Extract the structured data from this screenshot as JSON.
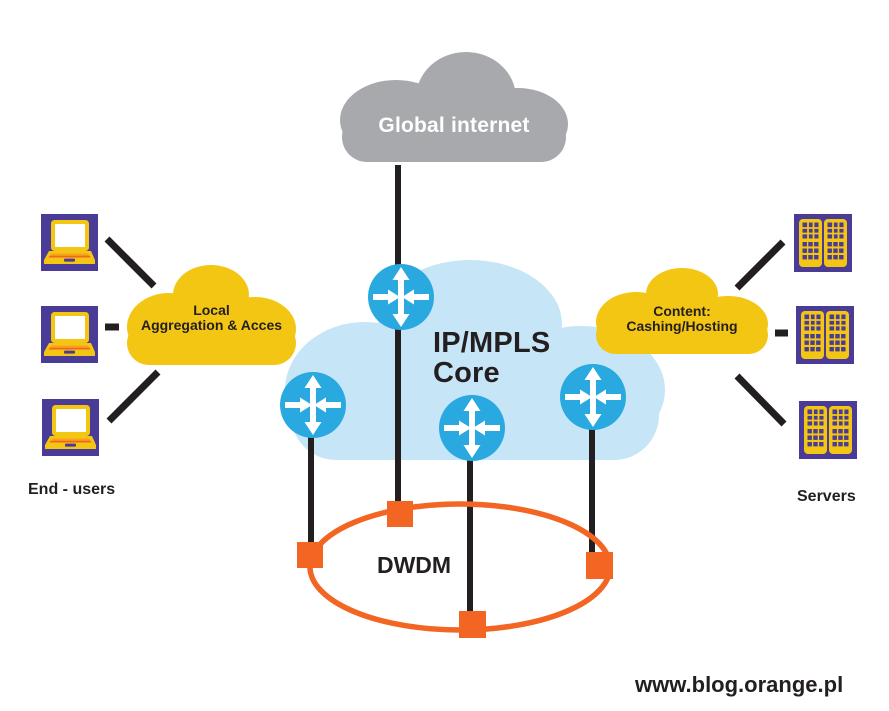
{
  "title": "Network architecture diagram",
  "colors": {
    "background": "#ffffff",
    "gray_cloud": "#a7a9ac",
    "blue_cloud": "#c6e6f7",
    "yellow_cloud": "#f3c613",
    "router_blue": "#29a9e0",
    "line_dark": "#231f20",
    "orange": "#f26522",
    "purple": "#4a3b97",
    "laptop_orange": "#f9a11b"
  },
  "clouds": {
    "global_internet": {
      "label": "Global internet"
    },
    "ip_mpls_core": {
      "line1": "IP/MPLS",
      "line2": "Core"
    },
    "local_aggregation": {
      "line1": "Local",
      "line2": "Aggregation & Acces"
    },
    "content": {
      "line1": "Content:",
      "line2": "Cashing/Hosting"
    }
  },
  "dwdm": {
    "label": "DWDM",
    "node_count": 4
  },
  "core_router_count": 4,
  "end_users": {
    "label": "End - users",
    "device_count": 3
  },
  "servers": {
    "label": "Servers",
    "device_count": 3
  },
  "watermark": "www.blog.orange.pl"
}
